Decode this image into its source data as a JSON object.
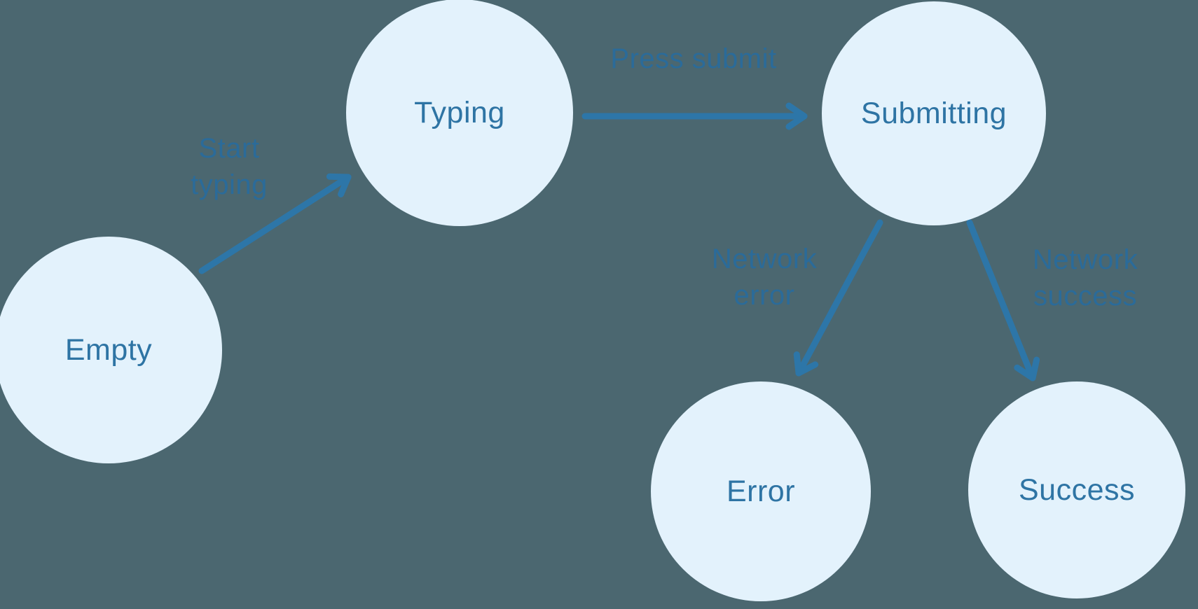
{
  "diagram": {
    "type": "state-machine",
    "states": [
      {
        "id": "empty",
        "label": "Empty"
      },
      {
        "id": "typing",
        "label": "Typing"
      },
      {
        "id": "submitting",
        "label": "Submitting"
      },
      {
        "id": "error",
        "label": "Error"
      },
      {
        "id": "success",
        "label": "Success"
      }
    ],
    "transitions": [
      {
        "from": "empty",
        "to": "typing",
        "label": "Start typing"
      },
      {
        "from": "typing",
        "to": "submitting",
        "label": "Press submit"
      },
      {
        "from": "submitting",
        "to": "error",
        "label": "Network error"
      },
      {
        "from": "submitting",
        "to": "success",
        "label": "Network success"
      }
    ],
    "colors": {
      "background": "#4B6770",
      "node_fill": "#E3F2FC",
      "node_text": "#2E74A4",
      "edge_label": "#2B6B99",
      "arrow": "#2D76A8"
    }
  }
}
